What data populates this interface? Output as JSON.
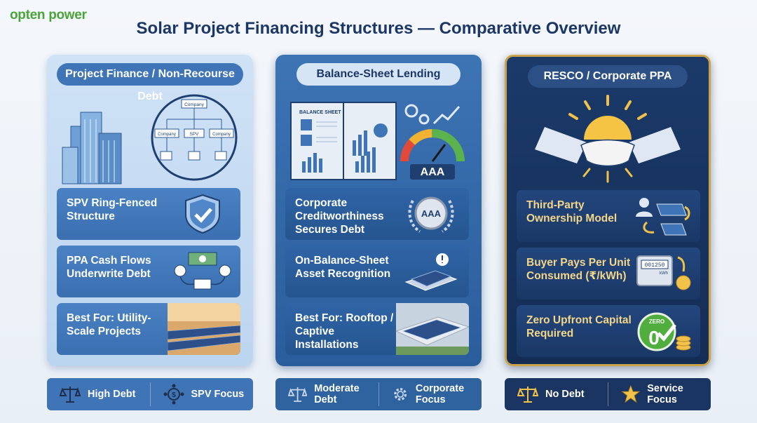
{
  "brand": "opten power",
  "title": "Solar Project Financing Structures — Comparative Overview",
  "panels": [
    {
      "title": "Project Finance / Non-Recourse Debt",
      "diagram": {
        "top": "Company",
        "left": "Company",
        "middle": "SPV",
        "right": "Company"
      },
      "cards": [
        {
          "label": "SPV Ring-Fenced Structure",
          "icon": "shield-check-icon"
        },
        {
          "label": "PPA Cash Flows Underwrite Debt",
          "icon": "cash-flow-icon"
        },
        {
          "label": "Best For: Utility-Scale Projects",
          "icon": "utility-solar-photo"
        }
      ],
      "footer": [
        {
          "label": "High Debt",
          "icon": "scale-icon"
        },
        {
          "label": "SPV Focus",
          "icon": "dollar-network-icon"
        }
      ]
    },
    {
      "title": "Balance-Sheet Lending",
      "book_label": "BALANCE SHEET",
      "gauge_label": "AAA",
      "cards": [
        {
          "label": "Corporate Creditworthiness Secures Debt",
          "icon": "aaa-badge-icon",
          "badge": "AAA"
        },
        {
          "label": "On-Balance-Sheet Asset Recognition",
          "icon": "rooftop-panel-icon"
        },
        {
          "label": "Best For: Rooftop / Captive Installations",
          "icon": "rooftop-photo"
        }
      ],
      "footer": [
        {
          "label": "Moderate Debt",
          "icon": "scale-icon"
        },
        {
          "label": "Corporate Focus",
          "icon": "gear-icon"
        }
      ]
    },
    {
      "title": "RESCO / Corporate PPA",
      "cards": [
        {
          "label": "Third-Party Ownership Model",
          "icon": "ownership-icon"
        },
        {
          "label": "Buyer Pays Per Unit Consumed (₹/kWh)",
          "icon": "meter-icon",
          "meter_reading": "001250",
          "meter_unit": "kWh"
        },
        {
          "label": "Zero Upfront Capital Required",
          "icon": "zero-badge-icon",
          "badge_word": "ZERO",
          "badge_digit": "0"
        }
      ],
      "footer": [
        {
          "label": "No Debt",
          "icon": "scale-icon"
        },
        {
          "label": "Service Focus",
          "icon": "star-icon"
        }
      ]
    }
  ]
}
